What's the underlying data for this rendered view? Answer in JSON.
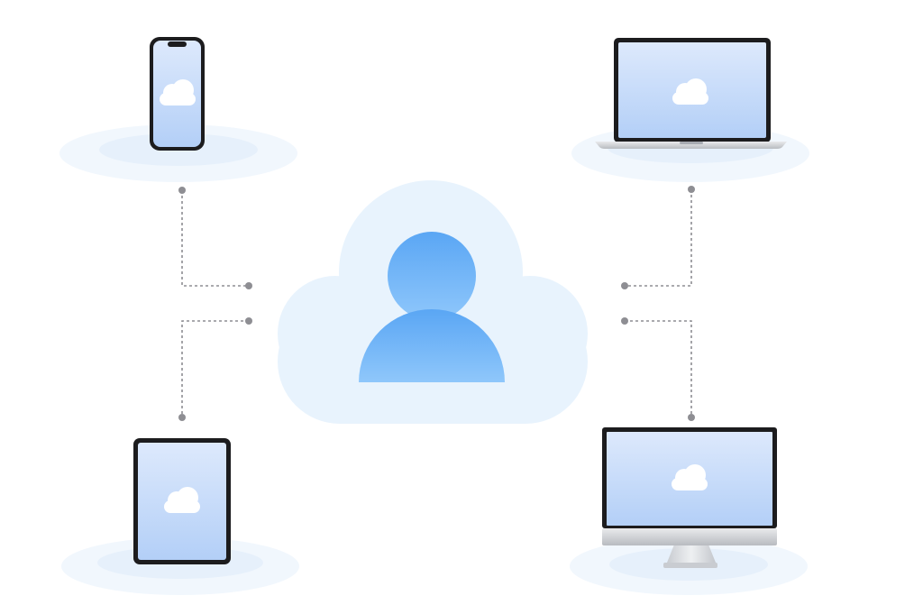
{
  "colors": {
    "background": "#ffffff",
    "cloud_fill": "#e8f3fd",
    "platform_outer": "#f1f7fd",
    "platform_inner": "#e6f0fb",
    "screen_top": "#dde9fc",
    "screen_bottom": "#b3cff7",
    "user_top": "#5aa6f4",
    "user_bottom": "#8fc7fb",
    "device_frame": "#1c1c1e",
    "connector": "#8e8e93",
    "mini_cloud": "#ffffff",
    "metal_light": "#e9eaec",
    "metal_dark": "#b8bbc0"
  },
  "diagram": {
    "center": "user-account-cloud",
    "devices": [
      "phone",
      "laptop",
      "tablet",
      "desktop-monitor"
    ],
    "connections": [
      {
        "from": "phone",
        "to": "user-account-cloud"
      },
      {
        "from": "laptop",
        "to": "user-account-cloud"
      },
      {
        "from": "tablet",
        "to": "user-account-cloud"
      },
      {
        "from": "desktop-monitor",
        "to": "user-account-cloud"
      }
    ],
    "icons": [
      "cloud-icon",
      "user-icon"
    ]
  }
}
